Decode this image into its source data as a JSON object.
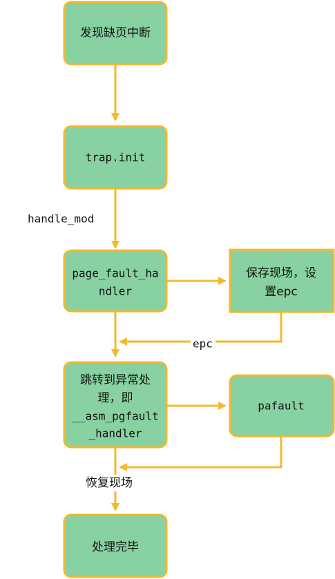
{
  "colors": {
    "node_fill": "#88d1a2",
    "node_border": "#f3b82e",
    "arrow": "#f3b82e"
  },
  "nodes": {
    "detect_fault": {
      "lines": [
        "发现缺页中断"
      ]
    },
    "trap_init": {
      "lines": [
        "trap.init"
      ]
    },
    "page_fault_handler": {
      "lines": [
        "page_fault_ha",
        "ndler"
      ]
    },
    "save_context": {
      "lines": [
        "保存现场，设",
        "置epc"
      ]
    },
    "jump_exception": {
      "lines": [
        "跳转到异常处",
        "理，即",
        "__asm_pgfault",
        "_handler"
      ]
    },
    "pafault": {
      "lines": [
        "pafault"
      ]
    },
    "done": {
      "lines": [
        "处理完毕"
      ]
    }
  },
  "edge_labels": {
    "handle_mod": "handle_mod",
    "epc": "epc",
    "restore": "恢复现场"
  }
}
